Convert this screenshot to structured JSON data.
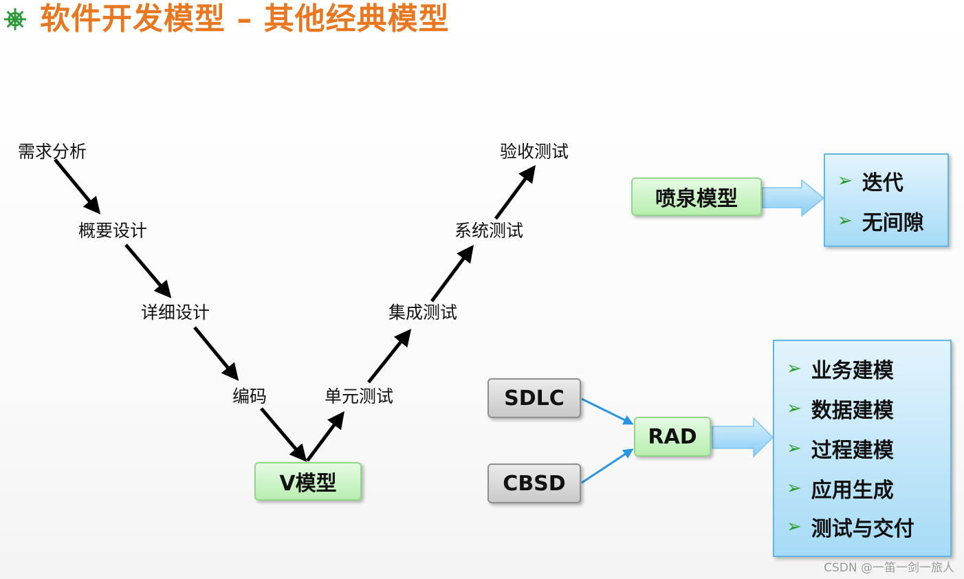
{
  "slide": {
    "title": "软件开发模型 – 其他经典模型"
  },
  "v_model": {
    "label": "V模型",
    "left_branch": [
      "需求分析",
      "概要设计",
      "详细设计",
      "编码"
    ],
    "right_branch": [
      "单元测试",
      "集成测试",
      "系统测试",
      "验收测试"
    ]
  },
  "fountain_model": {
    "label": "喷泉模型",
    "items": [
      "迭代",
      "无间隙"
    ]
  },
  "rad_model": {
    "label": "RAD",
    "inputs": [
      "SDLC",
      "CBSD"
    ],
    "items": [
      "业务建模",
      "数据建模",
      "过程建模",
      "应用生成",
      "测试与交付"
    ]
  },
  "bullet_symbol": "➢",
  "watermark": "CSDN @一笛一剑一旅人",
  "colors": {
    "title": "#e87722",
    "green_box": "#b8eeb0",
    "gray_box": "#c9c9c9",
    "blue_list": "#a6dbf6",
    "connector": "#2a95e0",
    "bullet": "#2a9a2a"
  },
  "icons": [
    "ship-wheel-icon"
  ]
}
